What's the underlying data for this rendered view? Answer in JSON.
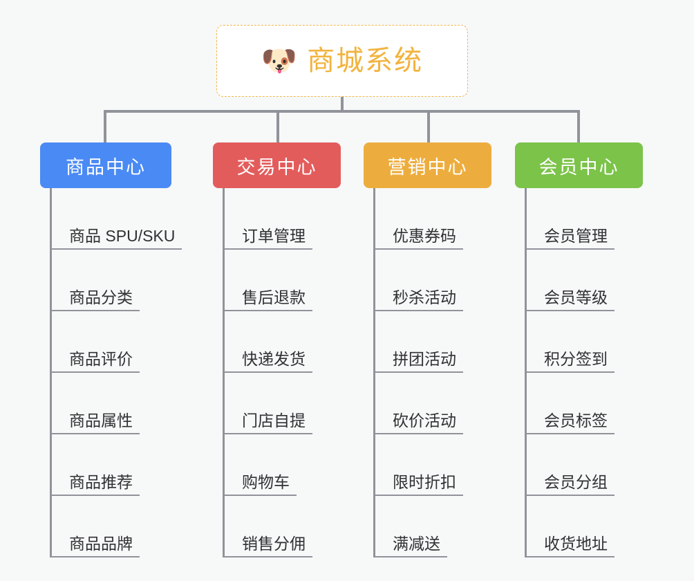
{
  "root": {
    "icon": "shiba-dog-face-icon",
    "emoji": "🐶",
    "title": "商城系统",
    "border_color": "#f0b74a",
    "text_color": "#f2b33d"
  },
  "canvas": {
    "background": "#f7f8f8",
    "connector_color": "#909399"
  },
  "branches": [
    {
      "header": "商品中心",
      "color": "#4a8af4",
      "leaves": [
        "商品 SPU/SKU",
        "商品分类",
        "商品评价",
        "商品属性",
        "商品推荐",
        "商品品牌"
      ]
    },
    {
      "header": "交易中心",
      "color": "#e35c5c",
      "leaves": [
        "订单管理",
        "售后退款",
        "快递发货",
        "门店自提",
        "购物车",
        "销售分佣"
      ]
    },
    {
      "header": "营销中心",
      "color": "#edad3e",
      "leaves": [
        "优惠券码",
        "秒杀活动",
        "拼团活动",
        "砍价活动",
        "限时折扣",
        "满减送"
      ]
    },
    {
      "header": "会员中心",
      "color": "#7cc34a",
      "leaves": [
        "会员管理",
        "会员等级",
        "积分签到",
        "会员标签",
        "会员分组",
        "收货地址"
      ]
    }
  ]
}
